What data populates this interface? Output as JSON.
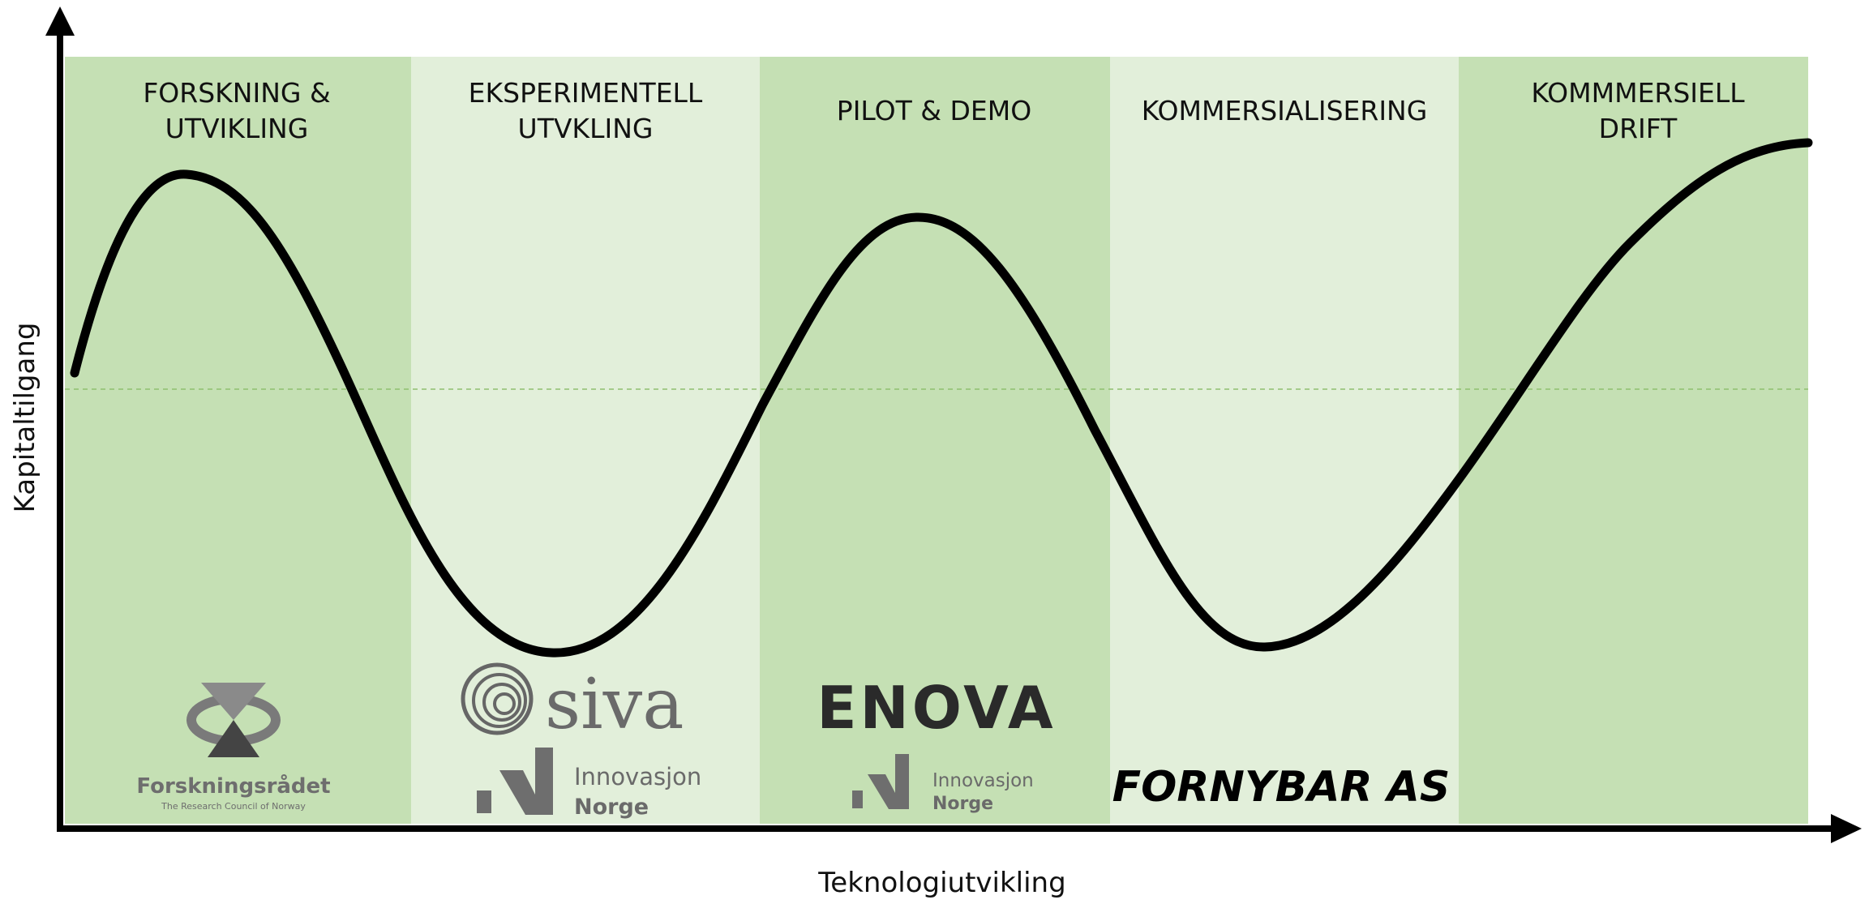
{
  "stages": [
    {
      "label_line1": "FORSKNING &",
      "label_line2": "UTVIKLING",
      "shade": "#c5e0b4"
    },
    {
      "label_line1": "EKSPERIMENTELL",
      "label_line2": "UTVKLING",
      "shade": "#e2efda"
    },
    {
      "label_line1": "PILOT & DEMO",
      "label_line2": "",
      "shade": "#c5e0b4"
    },
    {
      "label_line1": "KOMMERSIALISERING",
      "label_line2": "",
      "shade": "#e2efda"
    },
    {
      "label_line1": "KOMMMERSIELL",
      "label_line2": "DRIFT",
      "shade": "#c5e0b4"
    }
  ],
  "axes": {
    "y_label": "Kapitaltilgang",
    "x_label": "Teknologiutvikling"
  },
  "logos": {
    "forskningsradet": {
      "name": "Forskningsrådet",
      "tagline": "The Research Council of Norway"
    },
    "siva": {
      "name": "siva"
    },
    "innovasjon_norge": {
      "line1": "Innovasjon",
      "line2": "Norge"
    },
    "enova": {
      "name": "ENOVA"
    },
    "fornybar": {
      "name": "FORNYBAR AS"
    }
  },
  "colors": {
    "dark_band": "#c5e0b4",
    "light_band": "#e2efda",
    "curve": "#000000",
    "logo_grey": "#707070",
    "logo_dark": "#222222"
  }
}
